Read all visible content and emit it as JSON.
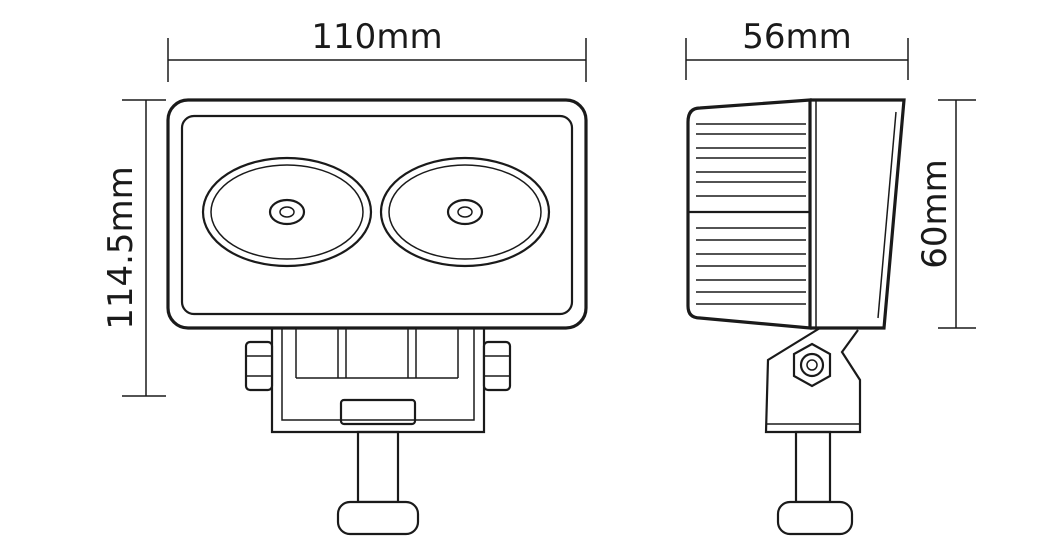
{
  "dimensions": {
    "front_width": "110mm",
    "front_height": "114.5mm",
    "side_depth": "56mm",
    "side_height": "60mm"
  }
}
